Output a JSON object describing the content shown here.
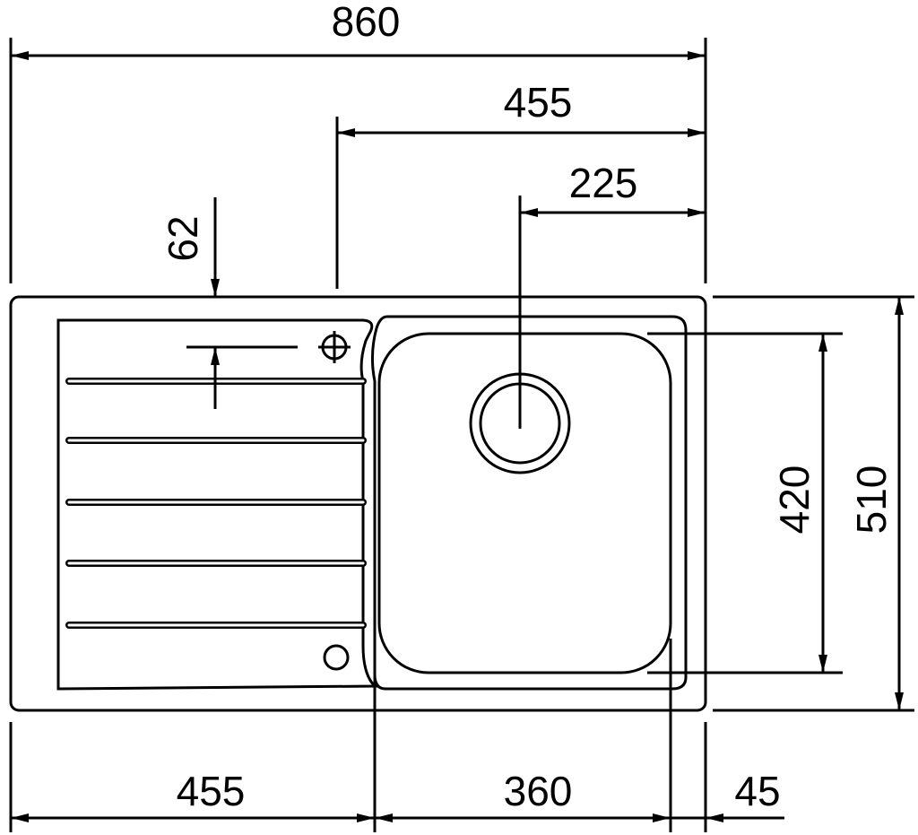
{
  "dimensions": {
    "overall_width": "860",
    "bowl_offset": "455",
    "drain_offset": "225",
    "tap_hole_offset": "62",
    "bowl_inner_depth": "420",
    "overall_depth": "510",
    "drainer_width": "455",
    "bowl_width": "360",
    "right_rim": "45"
  },
  "colors": {
    "line": "#000000",
    "background": "#ffffff"
  }
}
